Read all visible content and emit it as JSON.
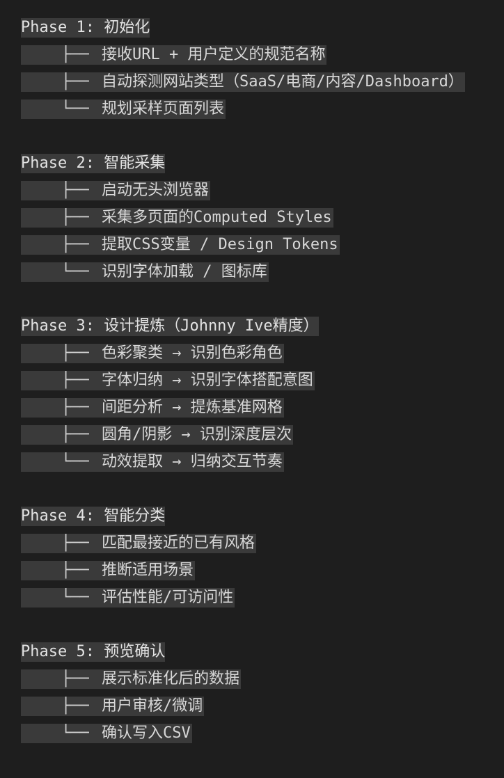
{
  "phases": [
    {
      "title": "Phase 1: 初始化",
      "items": [
        {
          "branch": "├──",
          "label": "接收URL + 用户定义的规范名称"
        },
        {
          "branch": "├──",
          "label": "自动探测网站类型（SaaS/电商/内容/Dashboard）"
        },
        {
          "branch": "└──",
          "label": "规划采样页面列表"
        }
      ]
    },
    {
      "title": "Phase 2: 智能采集",
      "items": [
        {
          "branch": "├──",
          "label": "启动无头浏览器"
        },
        {
          "branch": "├──",
          "label": "采集多页面的Computed Styles"
        },
        {
          "branch": "├──",
          "label": "提取CSS变量 / Design Tokens"
        },
        {
          "branch": "└──",
          "label": "识别字体加载 / 图标库"
        }
      ]
    },
    {
      "title": "Phase 3: 设计提炼（Johnny Ive精度）",
      "items": [
        {
          "branch": "├──",
          "label": "色彩聚类 → 识别色彩角色"
        },
        {
          "branch": "├──",
          "label": "字体归纳 → 识别字体搭配意图"
        },
        {
          "branch": "├──",
          "label": "间距分析 → 提炼基准网格"
        },
        {
          "branch": "├──",
          "label": "圆角/阴影 → 识别深度层次"
        },
        {
          "branch": "└──",
          "label": "动效提取 → 归纳交互节奏"
        }
      ]
    },
    {
      "title": "Phase 4: 智能分类",
      "items": [
        {
          "branch": "├──",
          "label": "匹配最接近的已有风格"
        },
        {
          "branch": "├──",
          "label": "推断适用场景"
        },
        {
          "branch": "└──",
          "label": "评估性能/可访问性"
        }
      ]
    },
    {
      "title": "Phase 5: 预览确认",
      "items": [
        {
          "branch": "├──",
          "label": "展示标准化后的数据"
        },
        {
          "branch": "├──",
          "label": "用户审核/微调"
        },
        {
          "branch": "└──",
          "label": "确认写入CSV"
        }
      ]
    }
  ]
}
